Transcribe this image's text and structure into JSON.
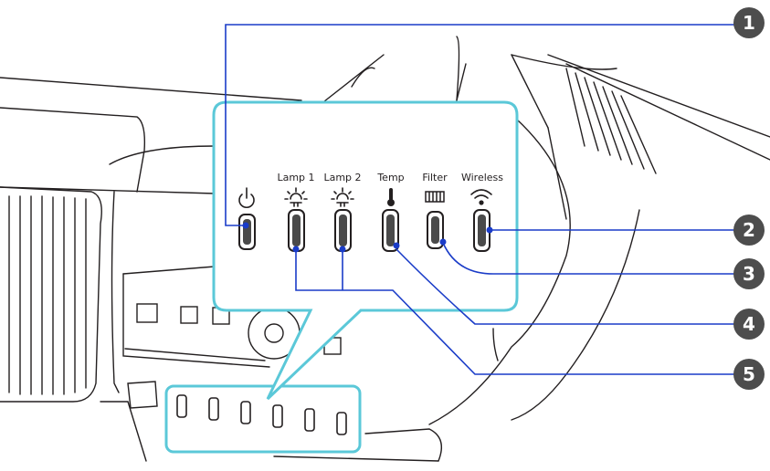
{
  "indicators": [
    {
      "id": "power",
      "label": "",
      "icon": "power-icon"
    },
    {
      "id": "lamp1",
      "label": "Lamp 1",
      "icon": "lamp-sun-icon"
    },
    {
      "id": "lamp2",
      "label": "Lamp 2",
      "icon": "lamp-sun-icon"
    },
    {
      "id": "temp",
      "label": "Temp",
      "icon": "thermometer-icon"
    },
    {
      "id": "filter",
      "label": "Filter",
      "icon": "filter-icon"
    },
    {
      "id": "wireless",
      "label": "Wireless",
      "icon": "wireless-icon"
    }
  ],
  "callouts": [
    "1",
    "2",
    "3",
    "4",
    "5"
  ],
  "colors": {
    "panel_border": "#5bc8d8",
    "leader": "#1a3cc8",
    "callout_fill": "#4d4d4d",
    "outline": "#231f20"
  }
}
